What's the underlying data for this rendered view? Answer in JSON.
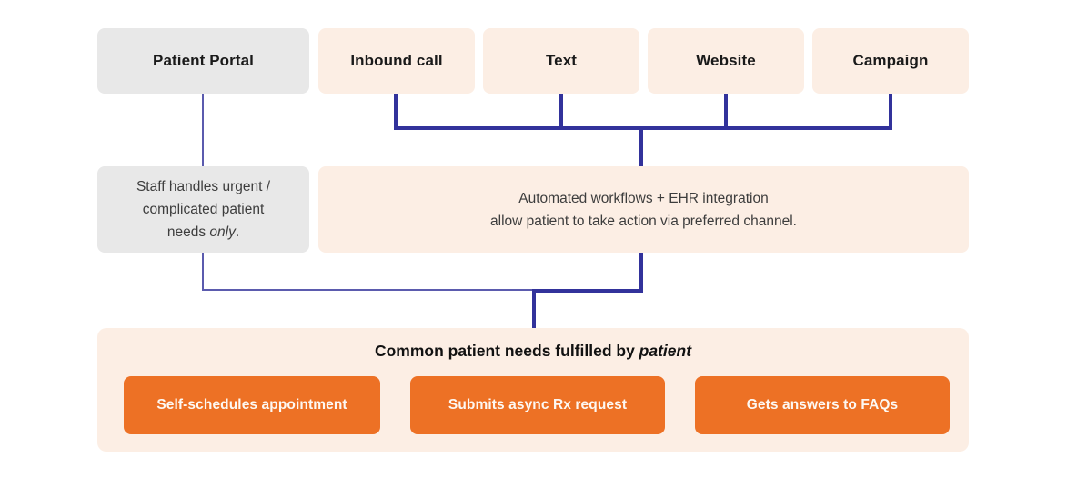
{
  "colors": {
    "navy": "#32329B",
    "navy_light": "#5B5BAE",
    "peach": "#FCEEE4",
    "gray": "#E8E8E8",
    "orange": "#ED7125",
    "text_dark": "#1A1A1A",
    "text_body": "#3D3D3D",
    "btn_text": "#FDF8F3",
    "bg": "#FFFFFF"
  },
  "top_row": {
    "portal_label": "Patient Portal",
    "channels": [
      "Inbound call",
      "Text",
      "Website",
      "Campaign"
    ]
  },
  "middle_row": {
    "staff_note": {
      "line1": "Staff handles urgent /",
      "line2": "complicated patient",
      "line3_prefix": "needs ",
      "line3_italic": "only",
      "line3_suffix": "."
    },
    "automation_note": {
      "line1": "Automated workflows + EHR integration",
      "line2": "allow patient to take action via preferred channel."
    }
  },
  "bottom": {
    "title_prefix": "Common patient needs fulfilled by ",
    "title_italic": "patient",
    "actions": [
      "Self-schedules appointment",
      "Submits async Rx request",
      "Gets answers to FAQs"
    ]
  }
}
